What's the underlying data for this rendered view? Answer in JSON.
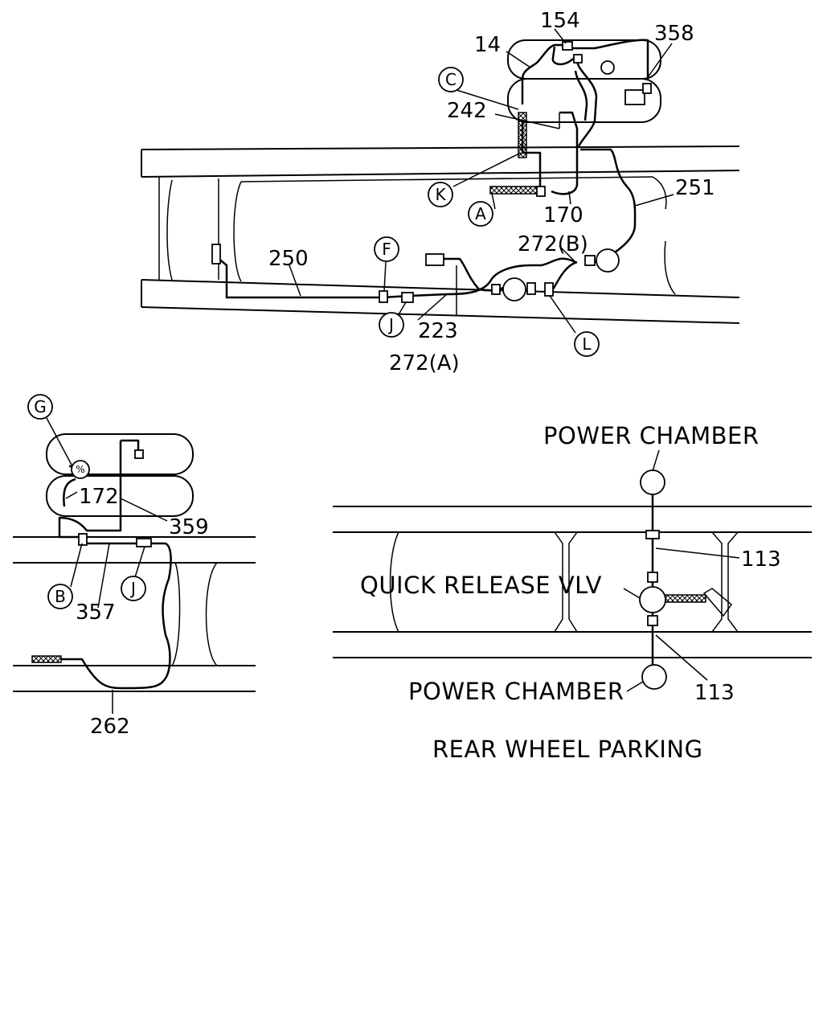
{
  "callouts": {
    "p154": "154",
    "p14": "14",
    "p358": "358",
    "p242": "242",
    "p251": "251",
    "p170": "170",
    "p250": "250",
    "p272b": "272(B)",
    "p223": "223",
    "p272a": "272(A)",
    "p172": "172",
    "p359": "359",
    "p357": "357",
    "p262": "262",
    "p113_top": "113",
    "p113_bottom": "113"
  },
  "letters": {
    "C": "C",
    "K": "K",
    "A": "A",
    "F": "F",
    "J1": "J",
    "L": "L",
    "G": "G",
    "B": "B",
    "J2": "J"
  },
  "labels": {
    "power_chamber_top": "POWER CHAMBER",
    "quick_release_valve": "QUICK RELEASE VLV",
    "power_chamber_bottom": "POWER CHAMBER",
    "section_title": "REAR WHEEL PARKING"
  }
}
